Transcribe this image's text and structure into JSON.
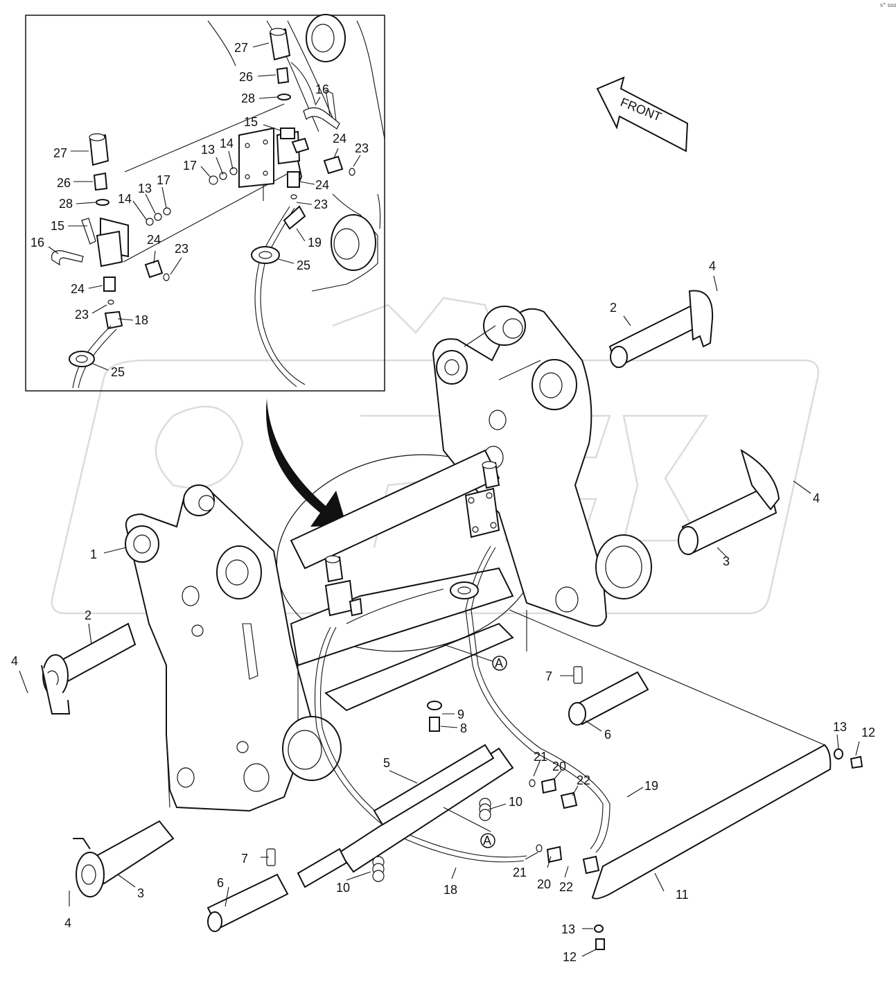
{
  "front_label": "FRONT",
  "corner_mark": "s° sso",
  "inset_labels": [
    "27",
    "26",
    "28",
    "16",
    "15",
    "14",
    "13",
    "17",
    "24",
    "23",
    "24",
    "23",
    "19",
    "25",
    "27",
    "26",
    "28",
    "14",
    "13",
    "17",
    "15",
    "16",
    "24",
    "23",
    "24",
    "23",
    "18",
    "25"
  ],
  "main_labels": [
    "4",
    "2",
    "4",
    "3",
    "1",
    "2",
    "4",
    "3",
    "4",
    "A",
    "7",
    "9",
    "8",
    "6",
    "13",
    "12",
    "5",
    "21",
    "20",
    "22",
    "19",
    "10",
    "A",
    "7",
    "6",
    "10",
    "21",
    "20",
    "22",
    "18",
    "11",
    "13",
    "12"
  ]
}
